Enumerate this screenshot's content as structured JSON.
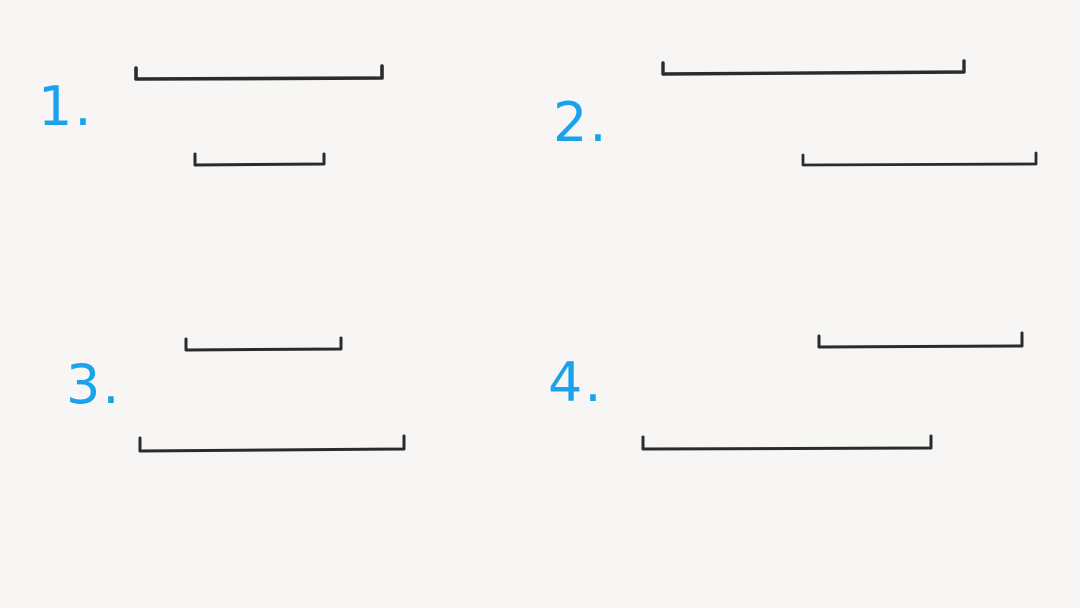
{
  "colors": {
    "background": "#f7f6f4",
    "number": "#1aa3ec",
    "segment": "#2b2b2b"
  },
  "panels": [
    {
      "label": "1."
    },
    {
      "label": "2."
    },
    {
      "label": "3."
    },
    {
      "label": "4."
    }
  ]
}
